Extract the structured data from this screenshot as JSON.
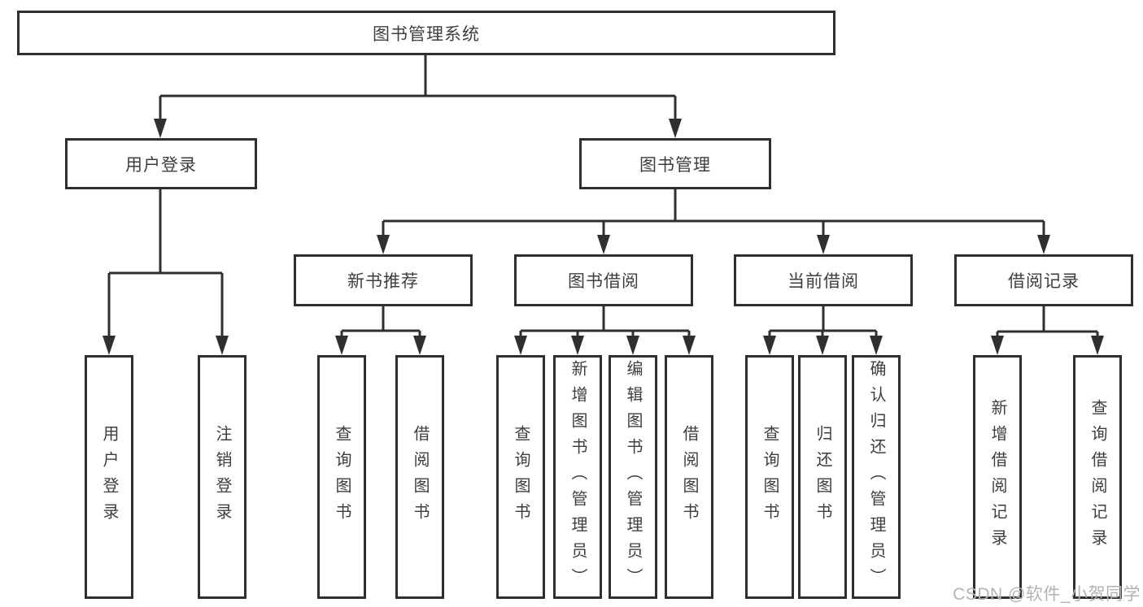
{
  "tree": {
    "label": "图书管理系统",
    "children": [
      {
        "label": "用户登录",
        "children": [
          {
            "label": "用户登录"
          },
          {
            "label": "注销登录"
          }
        ]
      },
      {
        "label": "图书管理",
        "children": [
          {
            "label": "新书推荐",
            "children": [
              {
                "label": "查询图书"
              },
              {
                "label": "借阅图书"
              }
            ]
          },
          {
            "label": "图书借阅",
            "children": [
              {
                "label": "查询图书"
              },
              {
                "label": "新增图书（管理员）"
              },
              {
                "label": "编辑图书（管理员）"
              },
              {
                "label": "借阅图书"
              }
            ]
          },
          {
            "label": "当前借阅",
            "children": [
              {
                "label": "查询图书"
              },
              {
                "label": "归还图书"
              },
              {
                "label": "确认归还（管理员）"
              }
            ]
          },
          {
            "label": "借阅记录",
            "children": [
              {
                "label": "新增借阅记录"
              },
              {
                "label": "查询借阅记录"
              }
            ]
          }
        ]
      }
    ]
  },
  "watermark": "CSDN @软件_小贺同学",
  "colors": {
    "line": "#2f2f2f",
    "text": "#3e3e3e",
    "background": "#ffffff",
    "watermark": "#b3b3b3"
  }
}
